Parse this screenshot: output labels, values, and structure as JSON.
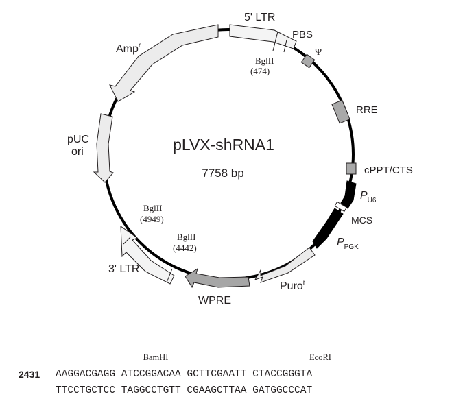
{
  "plasmid": {
    "name": "pLVX-shRNA1",
    "size": "7758 bp"
  },
  "features": {
    "ltr5": "5' LTR",
    "pbs": "PBS",
    "psi": "Ψ",
    "rre": "RRE",
    "cppt": "cPPT/CTS",
    "pu6_main": "P",
    "pu6_sub": "U6",
    "mcs": "MCS",
    "ppgk_main": "P",
    "ppgk_sub": "PGK",
    "puro_main": "Puro",
    "puro_sup": "r",
    "wpre": "WPRE",
    "ltr3": "3' LTR",
    "puc_line1": "pUC",
    "puc_line2": "ori",
    "amp_main": "Amp",
    "amp_sup": "r"
  },
  "sites": {
    "bgl474_name": "BglII",
    "bgl474_pos": "(474)",
    "bgl4949_name": "BglII",
    "bgl4949_pos": "(4949)",
    "bgl4442_name": "BglII",
    "bgl4442_pos": "(4442)"
  },
  "mcs_sequence": {
    "start": "2431",
    "top": "AAGGACGAGG ATCCGGACAA GCTTCGAATT CTACCGGGTA",
    "bottom": "TTCCTGCTCC TAGGCCTGTT CGAAGCTTAA GATGGCCCAT",
    "site1": "BamHI",
    "site2": "EcoRI"
  },
  "colors": {
    "backbone": "#000000",
    "light_arrow": "#ececec",
    "mid_arrow": "#a6a6a6",
    "dark_feature": "#000000",
    "box_feature": "#a9a9a9"
  }
}
